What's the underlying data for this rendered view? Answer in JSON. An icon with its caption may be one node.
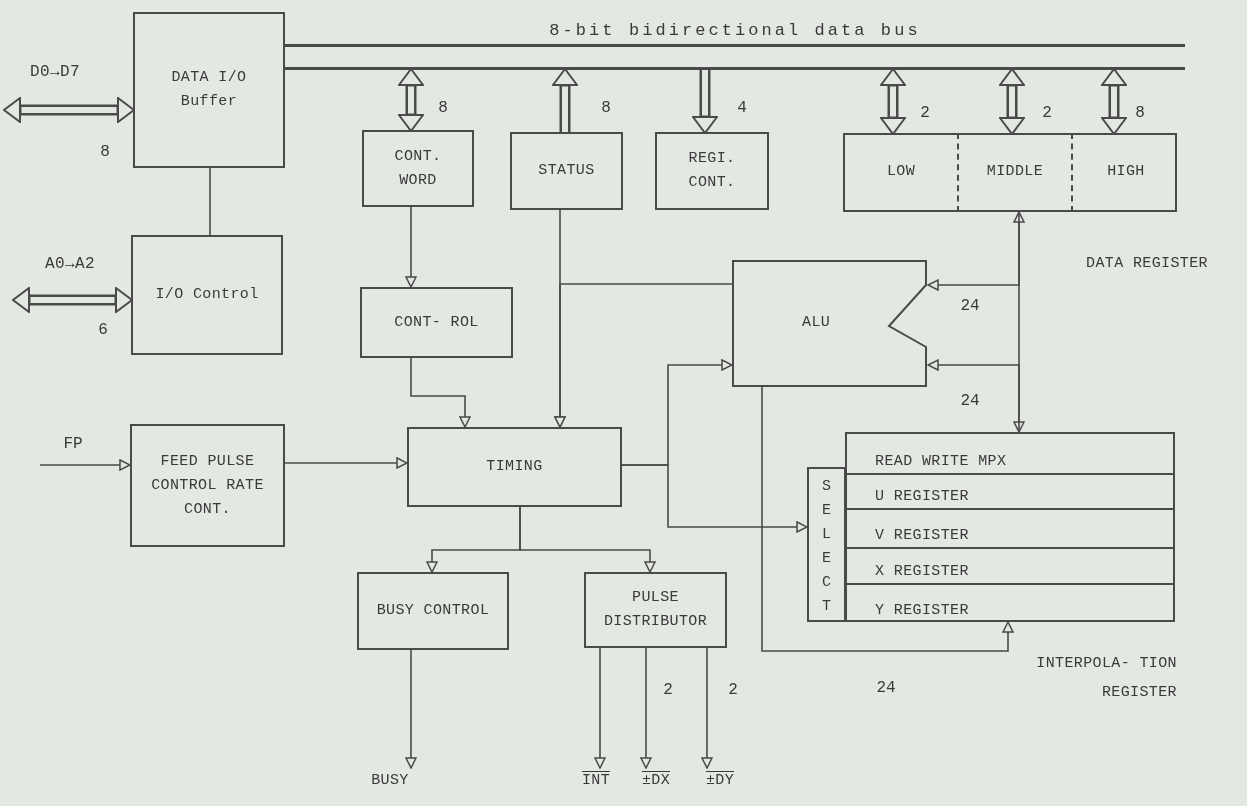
{
  "diagram": {
    "nodes": [
      {
        "text": [
          "8-bit bidirectional data bus"
        ]
      },
      {
        "text": [
          "DATA I/O Buffer"
        ]
      },
      {
        "text": [
          "I/O Control"
        ]
      },
      {
        "text": [
          "CONT. WORD"
        ]
      },
      {
        "text": [
          "STATUS"
        ]
      },
      {
        "text": [
          "REGI. CONT."
        ]
      },
      {
        "text": [
          "DATA REGISTER"
        ]
      },
      {
        "text": [
          "LOW"
        ],
        "in": 6
      },
      {
        "text": [
          "MIDDLE"
        ],
        "in": 6
      },
      {
        "text": [
          "HIGH"
        ],
        "in": 6
      },
      {
        "text": [
          "CONT- ROL"
        ]
      },
      {
        "text": [
          "ALU"
        ]
      },
      {
        "text": [
          "FEED PULSE CONTROL RATE CONT."
        ]
      },
      {
        "text": [
          "TIMING"
        ]
      },
      {
        "text": [
          "BUSY CONTROL"
        ]
      },
      {
        "text": [
          "PULSE DISTRIBUTOR"
        ]
      },
      {
        "text": [
          "INTERPOLA- TION REGISTER"
        ]
      },
      {
        "text": [
          "SELECT"
        ]
      },
      {
        "text": [
          "READ WRITE MPX"
        ],
        "in": 16
      },
      {
        "text": [
          "U REGISTER"
        ],
        "in": 16
      },
      {
        "text": [
          "V REGISTER"
        ],
        "in": 16
      },
      {
        "text": [
          "X REGISTER"
        ],
        "in": 16
      },
      {
        "text": [
          "Y REGISTER"
        ],
        "in": 16
      },
      {
        "text": [
          "BUSY"
        ]
      },
      {
        "text": [
          "INT"
        ]
      },
      {
        "text": [
          "±DX"
        ]
      },
      {
        "text": [
          "±DY"
        ]
      }
    ],
    "edges": [
      {
        "from": null,
        "to": 1,
        "arrow": "both",
        "label": "8",
        "style": "thick"
      },
      {
        "from": null,
        "to": 2,
        "arrow": "both",
        "label": "6",
        "style": "thick"
      },
      {
        "from": 1,
        "to": 2,
        "arrow": "none"
      },
      {
        "from": 3,
        "to": 0,
        "arrow": "both",
        "label": "8",
        "style": "thick"
      },
      {
        "from": 4,
        "to": 0,
        "arrow": "to",
        "label": "8",
        "style": "thick"
      },
      {
        "from": 0,
        "to": 5,
        "arrow": "to",
        "label": "4",
        "style": "thick"
      },
      {
        "from": 7,
        "to": 0,
        "arrow": "both",
        "label": "2",
        "style": "thick"
      },
      {
        "from": 8,
        "to": 0,
        "arrow": "both",
        "label": "2",
        "style": "thick"
      },
      {
        "from": 9,
        "to": 0,
        "arrow": "both",
        "label": "8",
        "style": "thick"
      },
      {
        "from": 3,
        "to": 10,
        "arrow": "to"
      },
      {
        "from": 10,
        "to": 13,
        "arrow": "to"
      },
      {
        "from": 4,
        "to": 13,
        "arrow": "to"
      },
      {
        "from": 11,
        "to": 13,
        "arrow": "to"
      },
      {
        "from": 6,
        "to": 16,
        "arrow": "both",
        "label": "24"
      },
      {
        "from": 6,
        "to": 11,
        "arrow": "to",
        "label": "24"
      },
      {
        "from": 16,
        "to": 11,
        "arrow": "to"
      },
      {
        "from": 12,
        "to": 13,
        "arrow": "to"
      },
      {
        "from": null,
        "to": 12,
        "arrow": "to",
        "label": "FP"
      },
      {
        "from": 13,
        "to": 11,
        "arrow": "to"
      },
      {
        "from": 13,
        "to": 17,
        "arrow": "to"
      },
      {
        "from": 11,
        "to": 16,
        "arrow": "to",
        "label": "24"
      },
      {
        "from": 13,
        "to": 14,
        "arrow": "to"
      },
      {
        "from": 13,
        "to": 15,
        "arrow": "to"
      },
      {
        "from": 14,
        "to": 23,
        "arrow": "to"
      },
      {
        "from": 15,
        "to": 24,
        "arrow": "to"
      },
      {
        "from": 15,
        "to": 25,
        "arrow": "to",
        "label": "2"
      },
      {
        "from": 15,
        "to": 26,
        "arrow": "to",
        "label": "2"
      }
    ],
    "labels": [
      "D0→D7",
      "A0→A2"
    ]
  }
}
